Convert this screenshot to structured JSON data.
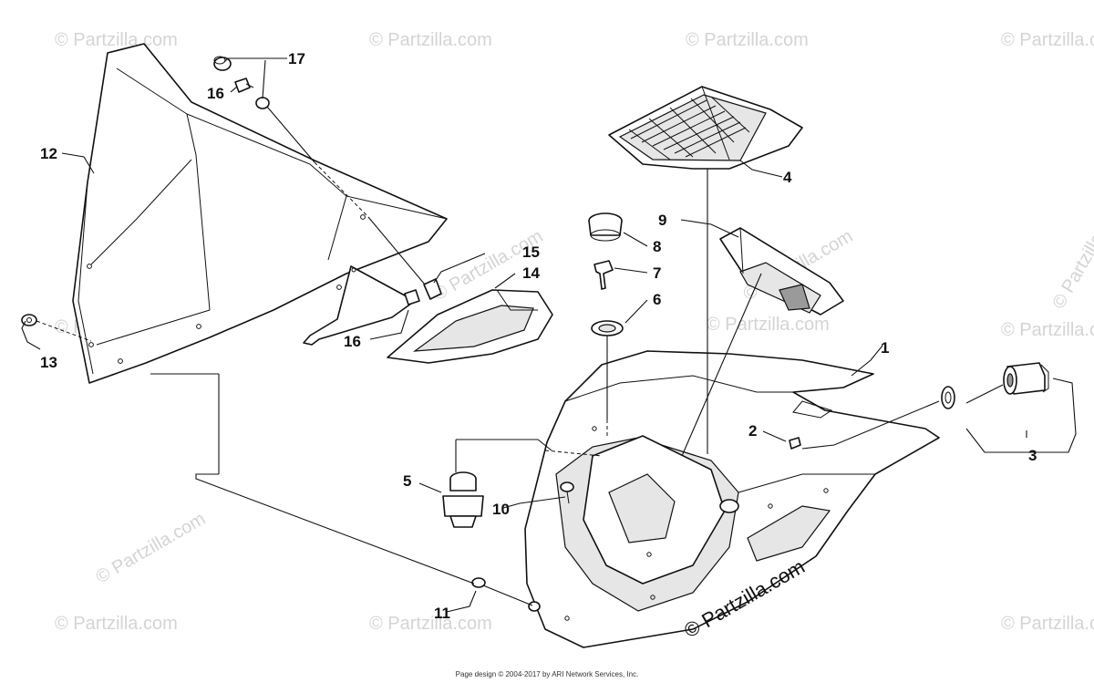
{
  "callouts": {
    "p1": "1",
    "p2": "2",
    "p3": "3",
    "p4": "4",
    "p5": "5",
    "p6": "6",
    "p7": "7",
    "p8": "8",
    "p9": "9",
    "p10": "10",
    "p11": "11",
    "p12": "12",
    "p13": "13",
    "p14": "14",
    "p15": "15",
    "p16a": "16",
    "p16b": "16",
    "p17": "17"
  },
  "watermark": {
    "text": "© Partzilla.com",
    "main_text": "© Partzilla.com"
  },
  "footer": {
    "text": "Page design © 2004-2017 by ARI Network Services, Inc."
  }
}
